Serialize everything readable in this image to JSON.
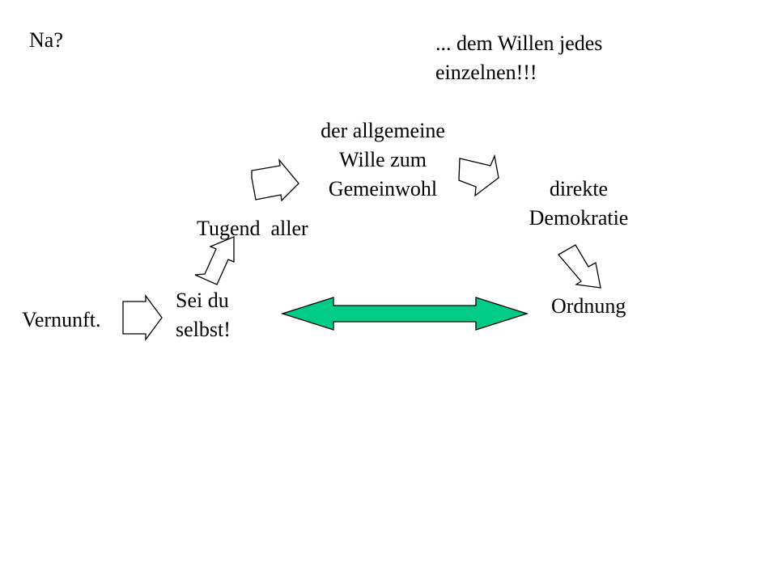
{
  "texts": {
    "na": "Na?",
    "willen_line1": "... dem Willen jedes",
    "willen_line2": "einzelnen!!!",
    "allgemein_line1": "der allgemeine",
    "allgemein_line2": "Wille zum",
    "allgemein_line3": "Gemeinwohl",
    "demokratie_line1": "direkte",
    "demokratie_line2": "Demokratie",
    "tugend": "Tugend  aller",
    "sei_line1": "Sei du",
    "sei_line2": "selbst!",
    "ordnung": "Ordnung",
    "vernunft": "Vernunft."
  },
  "colors": {
    "double_arrow_fill": "#00cc88",
    "outline": "#000000"
  }
}
